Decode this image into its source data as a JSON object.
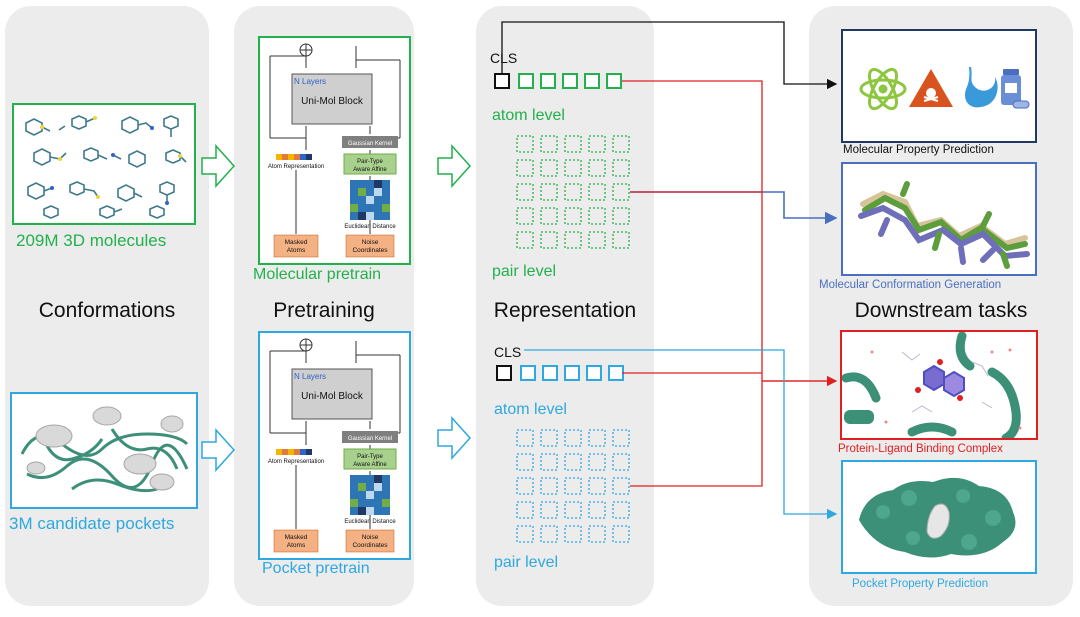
{
  "conformations": {
    "header": "Conformations",
    "molecules_caption": "209M 3D molecules",
    "pockets_caption": "3M candidate pockets"
  },
  "pretraining": {
    "header": "Pretraining",
    "molecular_caption": "Molecular pretrain",
    "pocket_caption": "Pocket pretrain",
    "block": {
      "n_layers": "N Layers",
      "block_label": "Uni-Mol Block",
      "gaussian_kernel": "Gaussian Kernel",
      "pair_type_line1": "Pair-Type",
      "pair_type_line2": "Aware Affine",
      "atom_repr": "Atom Representation",
      "euclid": "Euclidean Distance",
      "masked_line1": "Masked",
      "masked_line2": "Atoms",
      "noise_line1": "Noise",
      "noise_line2": "Coordinates"
    }
  },
  "representation": {
    "header": "Representation",
    "cls_label": "CLS",
    "atom_level": "atom level",
    "pair_level": "pair level"
  },
  "downstream": {
    "header": "Downstream tasks",
    "tasks": [
      {
        "label": "Molecular Property Prediction",
        "color": "#111111"
      },
      {
        "label": "Molecular Conformation Generation",
        "color": "#4a6fc0"
      },
      {
        "label": "Protein-Ligand Binding Complex",
        "color": "#e02020"
      },
      {
        "label": "Pocket Property Prediction",
        "color": "#2ea8e0"
      }
    ]
  },
  "colors": {
    "green": "#22b14c",
    "blue": "#2ea8e0",
    "red": "#e02020",
    "navy": "#1f3864",
    "steel": "#4a6fc0",
    "panel": "#ececec"
  },
  "icons": [
    "atom-icon",
    "hazard-icon",
    "stomach-icon",
    "medicine-bottle-icon"
  ]
}
